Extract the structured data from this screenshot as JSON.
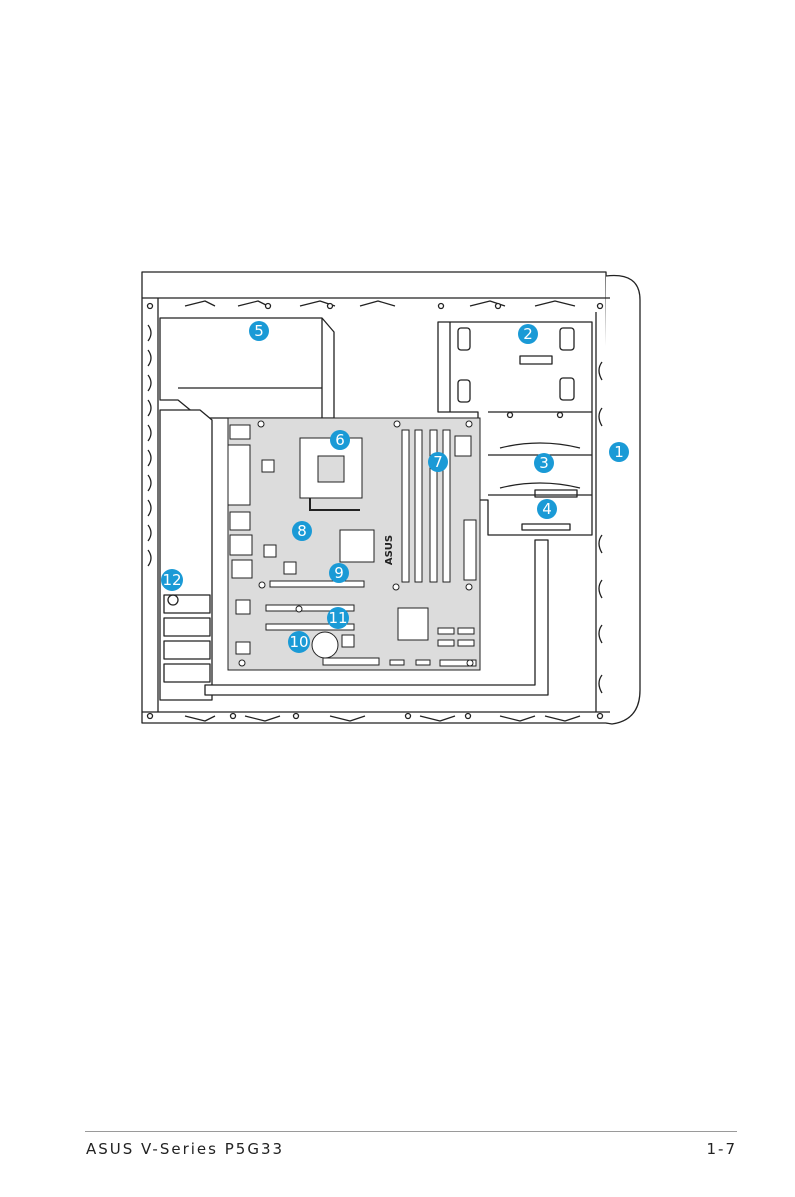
{
  "figure": {
    "brand_logo": "ASUS",
    "callouts": [
      "1",
      "2",
      "3",
      "4",
      "5",
      "6",
      "7",
      "8",
      "9",
      "10",
      "11",
      "12"
    ],
    "colors": {
      "callout": "#1a9ad6",
      "board": "#dcdcdc",
      "line": "#222222"
    }
  },
  "footer": {
    "left": "ASUS V-Series P5G33",
    "right": "1-7"
  }
}
